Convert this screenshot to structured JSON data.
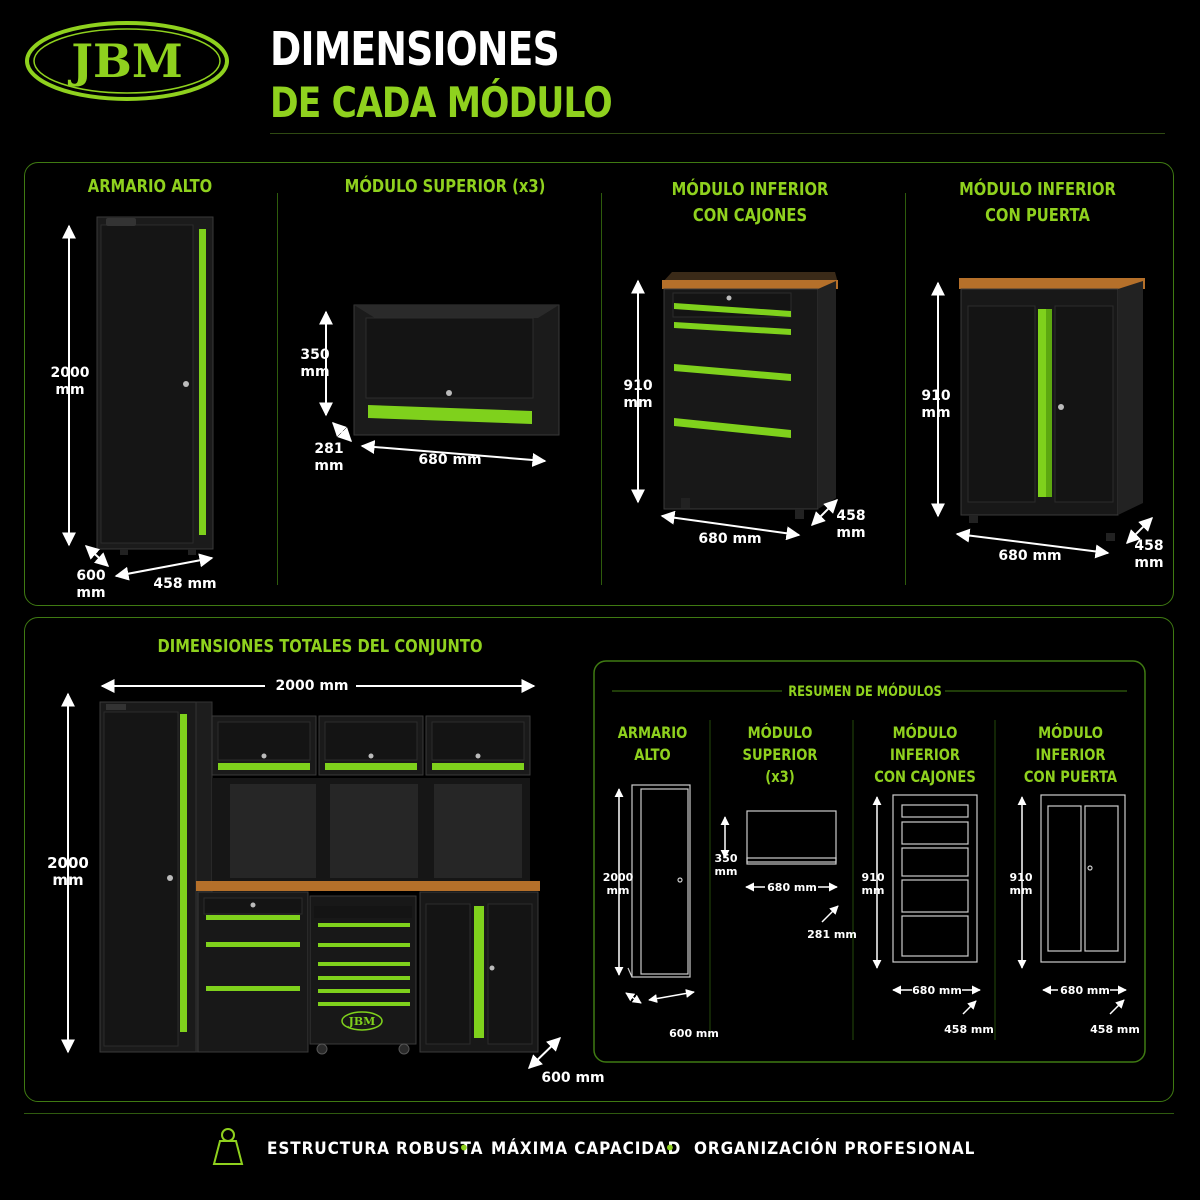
{
  "brand": {
    "logo_text": "JBM",
    "accent_color": "#8fd11e"
  },
  "header": {
    "title_line1": "DIMENSIONES",
    "title_line2": "DE CADA MÓDULO"
  },
  "modules": [
    {
      "label": "ARMARIO ALTO",
      "height": "2000\nmm",
      "depth": "600\nmm",
      "width": "458 mm"
    },
    {
      "label": "MÓDULO SUPERIOR (x3)",
      "height": "350\nmm",
      "depth": "281\nmm",
      "width": "680 mm"
    },
    {
      "label": "MÓDULO INFERIOR\nCON CAJONES",
      "height": "910\nmm",
      "width": "680 mm",
      "depth": "458\nmm"
    },
    {
      "label": "MÓDULO INFERIOR\nCON PUERTA",
      "height": "910\nmm",
      "width": "680 mm",
      "depth": "458\nmm"
    }
  ],
  "total": {
    "label": "DIMENSIONES TOTALES DEL CONJUNTO",
    "width": "2000 mm",
    "height": "2000\nmm",
    "depth": "600 mm",
    "cart_logo": "JBM"
  },
  "summary": {
    "title": "RESUMEN DE MÓDULOS",
    "items": [
      {
        "label": "ARMARIO\nALTO",
        "height": "2000\nmm",
        "depth": "600 mm"
      },
      {
        "label": "MÓDULO\nSUPERIOR (x3)",
        "height": "350\nmm",
        "width": "680 mm",
        "depth": "281 mm"
      },
      {
        "label": "MÓDULO INFERIOR\nCON CAJONES",
        "height": "910\nmm",
        "width": "680 mm",
        "depth": "458 mm"
      },
      {
        "label": "MÓDULO INFERIOR\nCON PUERTA",
        "height": "910\nmm",
        "width": "680 mm",
        "depth": "458 mm"
      }
    ]
  },
  "footer": {
    "icon": "weight-icon",
    "items": [
      "ESTRUCTURA ROBUSTA",
      "MÁXIMA CAPACIDAD",
      "ORGANIZACIÓN PROFESIONAL"
    ],
    "separator": "•"
  }
}
